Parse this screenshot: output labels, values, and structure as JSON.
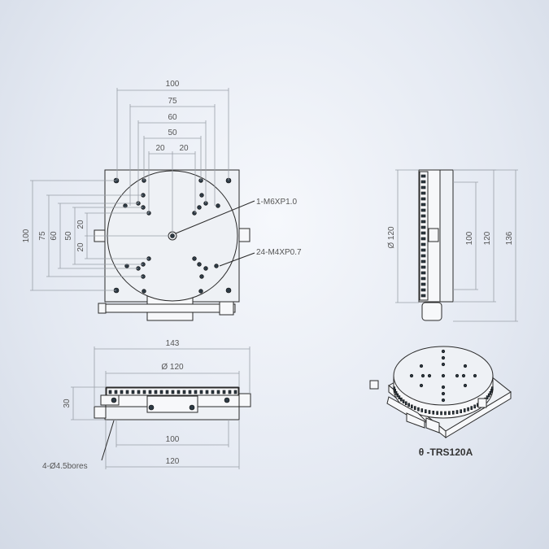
{
  "top_view": {
    "dim_100": "100",
    "dim_75": "75",
    "dim_60": "60",
    "dim_50": "50",
    "dim_20_left": "20",
    "dim_20_right": "20",
    "vdim_100": "100",
    "vdim_75": "75",
    "vdim_60": "60",
    "vdim_50": "50",
    "vdim_20_top": "20",
    "vdim_20_bottom": "20",
    "callout_center": "1-M6XP1.0",
    "callout_holes": "24-M4XP0.7"
  },
  "side_view": {
    "dia_120": "Ø 120",
    "dim_100": "100",
    "dim_120": "120",
    "dim_136": "136"
  },
  "front_view": {
    "dim_143": "143",
    "dia_120": "Ø 120",
    "dim_30": "30",
    "dim_100": "100",
    "dim_120": "120",
    "callout_bores": "4-Ø4.5bores"
  },
  "iso_view": {
    "model_label": "θ -TRS120A"
  },
  "colors": {
    "background": "#e4e9f2",
    "line": "#2a2a2a",
    "dimension": "#9aa0a8",
    "hole": "#2d3a44"
  }
}
